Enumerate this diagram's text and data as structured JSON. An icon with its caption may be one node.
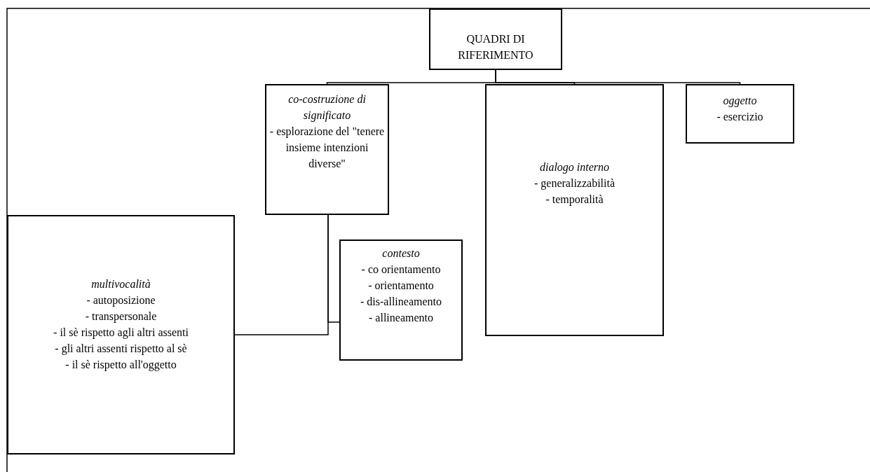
{
  "diagram": {
    "nodes": [
      {
        "text": [
          "QUADRI DI RIFERIMENTO"
        ]
      },
      {
        "text": [
          "co-costruzione di significato",
          "- esplorazione del \"tenere insieme intenzioni diverse\""
        ]
      },
      {
        "text": [
          "dialogo interno",
          "- generalizzabilità",
          "- temporalità"
        ]
      },
      {
        "text": [
          "oggetto",
          "- esercizio"
        ]
      },
      {
        "text": [
          "multivocalità",
          "- autoposizione",
          "- transpersonale",
          "- il sè rispetto agli altri assenti",
          "- gli altri assenti rispetto al sè",
          "- il sè rispetto all'oggetto"
        ]
      },
      {
        "text": [
          "contesto",
          "- co orientamento",
          "- orientamento",
          "- dis-allineamento",
          "- allineamento"
        ]
      }
    ],
    "edges": [
      {
        "from": 0,
        "to": 1,
        "arrow": "none"
      },
      {
        "from": 0,
        "to": 2,
        "arrow": "none"
      },
      {
        "from": 0,
        "to": 3,
        "arrow": "none"
      },
      {
        "from": 1,
        "to": 4,
        "arrow": "none"
      },
      {
        "from": 1,
        "to": 5,
        "arrow": "none"
      }
    ]
  }
}
